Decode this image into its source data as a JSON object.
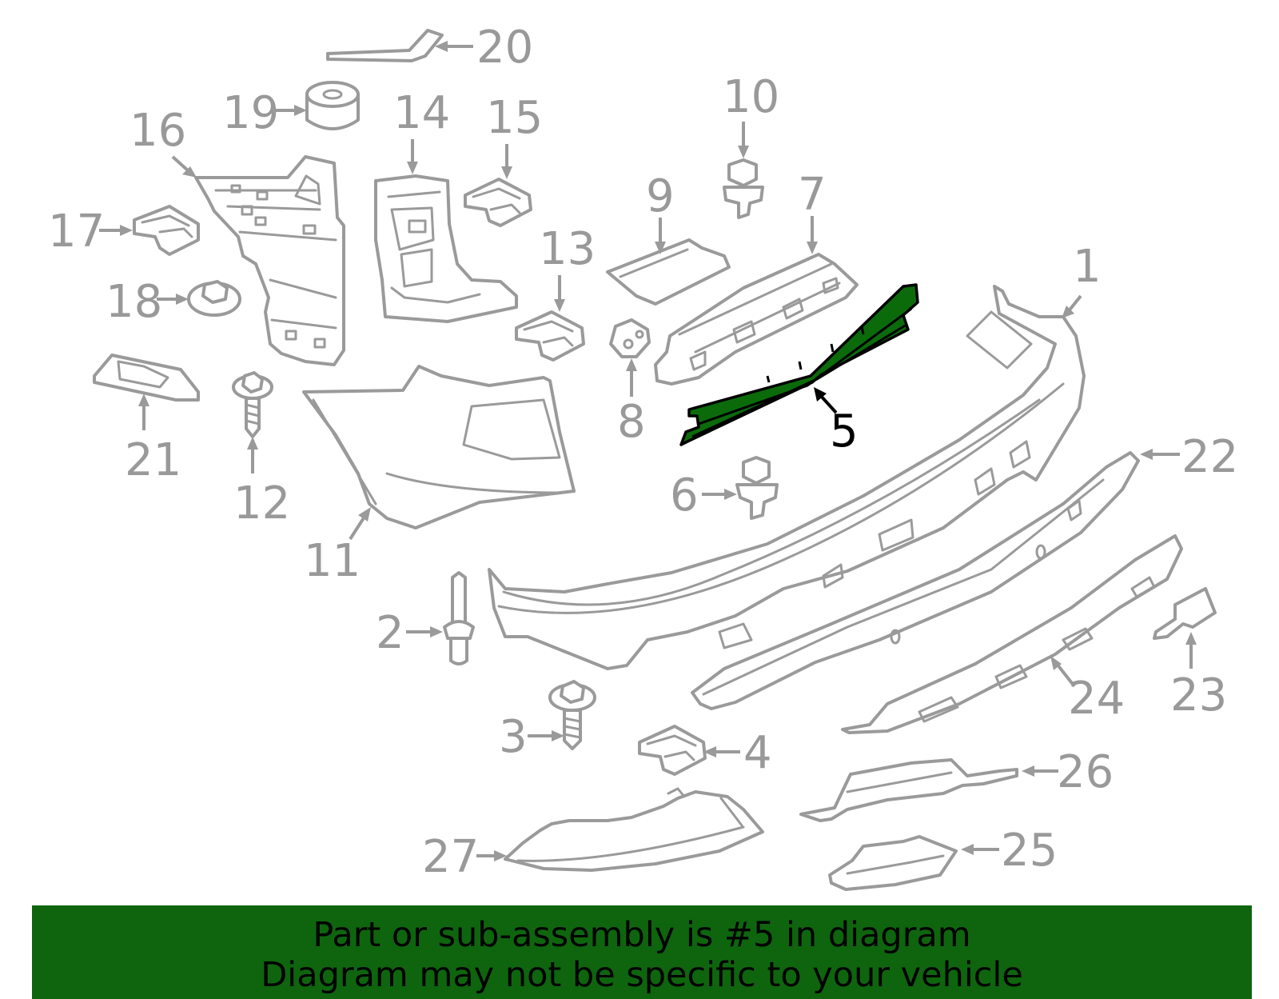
{
  "diagram": {
    "highlighted_part": "5",
    "callouts": [
      "1",
      "2",
      "3",
      "4",
      "5",
      "6",
      "7",
      "8",
      "9",
      "10",
      "11",
      "12",
      "13",
      "14",
      "15",
      "16",
      "17",
      "18",
      "19",
      "20",
      "21",
      "22",
      "23",
      "24",
      "25",
      "26",
      "27"
    ],
    "highlight_color": "#0b6b0b",
    "part_line_color": "#9a9a9a"
  },
  "banner": {
    "line1": "Part or sub-assembly is #5 in diagram",
    "line2": "Diagram may not be specific to your vehicle",
    "background": "#0e650e"
  }
}
